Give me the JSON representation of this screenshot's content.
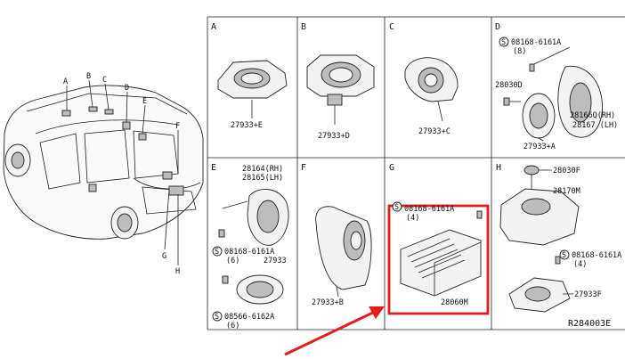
{
  "car_callouts": [
    "A",
    "B",
    "C",
    "D",
    "E",
    "F",
    "G",
    "H"
  ],
  "panels": {
    "A": {
      "letter": "A",
      "parts": [
        "27933+E"
      ]
    },
    "B": {
      "letter": "B",
      "parts": [
        "27933+D"
      ]
    },
    "C": {
      "letter": "C",
      "parts": [
        "27933+C"
      ]
    },
    "D": {
      "letter": "D",
      "parts": [
        "08168-6161A",
        "(8)",
        "28030D",
        "28166Q(RH)",
        "28167 (LH)",
        "27933+A"
      ]
    },
    "E": {
      "letter": "E",
      "parts": [
        "28164(RH)",
        "28165(LH)",
        "08168-6161A",
        "(6)",
        "27933",
        "08566-6162A",
        "(6)"
      ]
    },
    "F": {
      "letter": "F",
      "parts": [
        "27933+B"
      ]
    },
    "G": {
      "letter": "G",
      "parts": [
        "08168-6161A",
        "(4)",
        "28060M"
      ]
    },
    "H": {
      "letter": "H",
      "parts": [
        "28030F",
        "28170M",
        "08168-6161A",
        "(4)",
        "27933F"
      ]
    }
  },
  "screw_symbol": "S",
  "ref_code": "R284003E",
  "colors": {
    "highlight": "#e31c1c",
    "line": "#222222"
  }
}
